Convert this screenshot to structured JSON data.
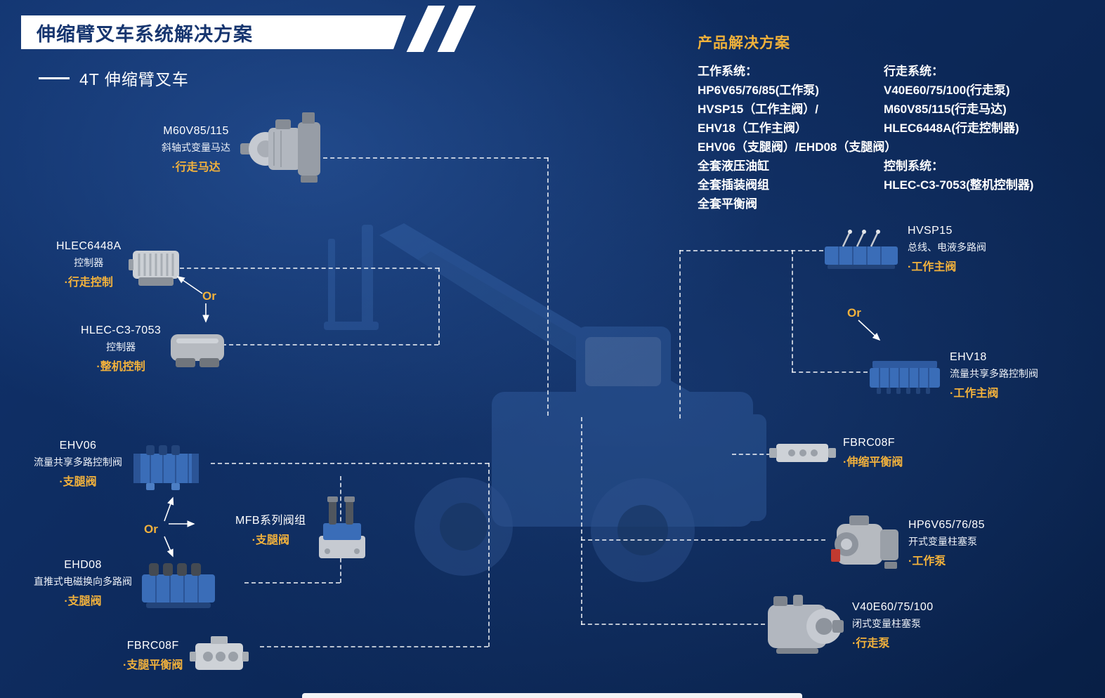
{
  "colors": {
    "background": "#0D2A5C",
    "accent_yellow": "#F3B23C",
    "banner_text": "#16356F",
    "text_white": "#FFFFFF",
    "valve_blue": "#3A6DB8"
  },
  "header": {
    "title": "伸缩臂叉车系统解决方案",
    "subtitle": "4T 伸缩臂叉车"
  },
  "solutions": {
    "heading": "产品解决方案",
    "work": {
      "title": "工作系统：",
      "items": [
        "HP6V65/76/85(工作泵)",
        "HVSP15（工作主阀）/",
        "EHV18（工作主阀）",
        "EHV06（支腿阀）/EHD08（支腿阀）",
        "全套液压油缸",
        "全套插装阀组",
        "全套平衡阀"
      ]
    },
    "travel": {
      "title": "行走系统：",
      "items": [
        "V40E60/75/100(行走泵)",
        "M60V85/115(行走马达)",
        "HLEC6448A(行走控制器)"
      ]
    },
    "control": {
      "title": "控制系统：",
      "items": [
        "HLEC-C3-7053(整机控制器)"
      ]
    }
  },
  "or_label": "Or",
  "components": [
    {
      "name": "M60V85/115",
      "desc": "斜轴式变量马达",
      "tag": "·行走马达"
    },
    {
      "name": "HLEC6448A",
      "desc": "控制器",
      "tag": "·行走控制"
    },
    {
      "name": "HLEC-C3-7053",
      "desc": "控制器",
      "tag": "·整机控制"
    },
    {
      "name": "EHV06",
      "desc": "流量共享多路控制阀",
      "tag": "·支腿阀"
    },
    {
      "name": "MFB系列阀组",
      "tag": "·支腿阀"
    },
    {
      "name": "EHD08",
      "desc": "直推式电磁换向多路阀",
      "tag": "·支腿阀"
    },
    {
      "name": "FBRC08F",
      "tag": "·支腿平衡阀"
    },
    {
      "name": "HVSP15",
      "desc": "总线、电液多路阀",
      "tag": "·工作主阀"
    },
    {
      "name": "EHV18",
      "desc": "流量共享多路控制阀",
      "tag": "·工作主阀"
    },
    {
      "name": "FBRC08F",
      "tag": "·伸缩平衡阀"
    },
    {
      "name": "HP6V65/76/85",
      "desc": "开式变量柱塞泵",
      "tag": "·工作泵"
    },
    {
      "name": "V40E60/75/100",
      "desc": "闭式变量柱塞泵",
      "tag": "·行走泵"
    }
  ]
}
